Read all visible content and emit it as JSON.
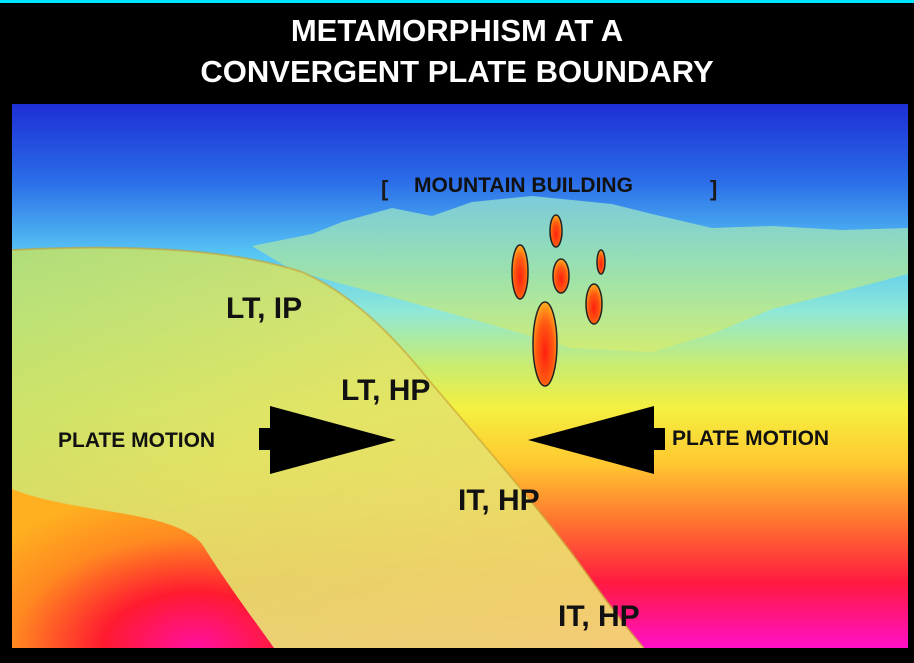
{
  "title": {
    "line1": "METAMORPHISM AT A",
    "line2": "CONVERGENT PLATE BOUNDARY"
  },
  "labels": {
    "mountain_building": "MOUNTAIN BUILDING",
    "bracket_open": "[",
    "bracket_close": "]",
    "lt_ip": "LT, IP",
    "lt_hp": "LT, HP",
    "it_hp_upper": "IT, HP",
    "it_hp_lower": "IT, HP",
    "plate_motion_left": "PLATE MOTION",
    "plate_motion_right": "PLATE MOTION"
  },
  "colors": {
    "accent": "#00e5ff",
    "sky_top": "#1d2fd6",
    "sky_bottom": "#6fe0ff",
    "plate": "#e8e060",
    "hot": "#ff1a40",
    "magma": "#ff3010",
    "arrow": "#000000"
  }
}
